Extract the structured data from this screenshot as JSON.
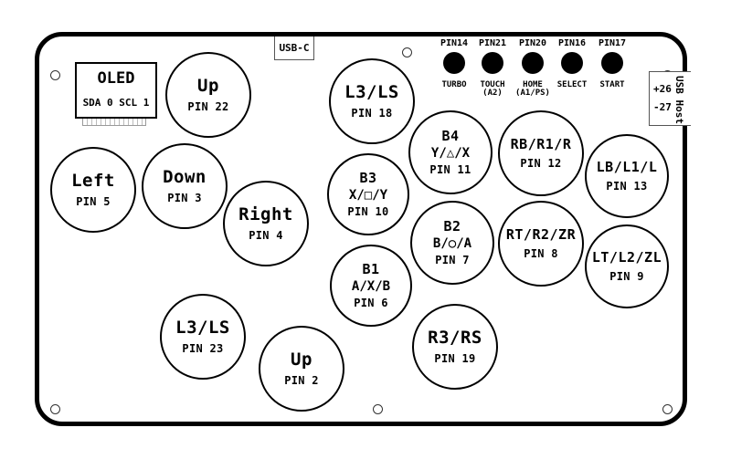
{
  "usbc_label": "USB-C",
  "oled": {
    "title": "OLED",
    "pins": "SDA 0 SCL 1"
  },
  "usb_host": {
    "label": "USB Host",
    "pin_a": "+26",
    "pin_b": "-27"
  },
  "function_buttons": [
    {
      "pin": "PIN14",
      "label": "TURBO",
      "sub": ""
    },
    {
      "pin": "PIN21",
      "label": "TOUCH",
      "sub": "(A2)"
    },
    {
      "pin": "PIN20",
      "label": "HOME",
      "sub": "(A1/PS)"
    },
    {
      "pin": "PIN16",
      "label": "SELECT",
      "sub": ""
    },
    {
      "pin": "PIN17",
      "label": "START",
      "sub": ""
    }
  ],
  "buttons": {
    "up_top": {
      "label": "Up",
      "pin": "PIN 22"
    },
    "left": {
      "label": "Left",
      "pin": "PIN 5"
    },
    "down": {
      "label": "Down",
      "pin": "PIN 3"
    },
    "right": {
      "label": "Right",
      "pin": "PIN 4"
    },
    "l3_top": {
      "label": "L3/LS",
      "pin": "PIN 18"
    },
    "b3": {
      "label": "B3",
      "sub": "X/□/Y",
      "pin": "PIN 10"
    },
    "b1": {
      "label": "B1",
      "sub": "A/X/B",
      "pin": "PIN 6"
    },
    "b4": {
      "label": "B4",
      "sub": "Y/△/X",
      "pin": "PIN 11"
    },
    "b2": {
      "label": "B2",
      "sub": "B/○/A",
      "pin": "PIN 7"
    },
    "rb": {
      "label": "RB/R1/R",
      "pin": "PIN 12"
    },
    "rt": {
      "label": "RT/R2/ZR",
      "pin": "PIN 8"
    },
    "lb": {
      "label": "LB/L1/L",
      "pin": "PIN 13"
    },
    "lt": {
      "label": "LT/L2/ZL",
      "pin": "PIN 9"
    },
    "r3": {
      "label": "R3/RS",
      "pin": "PIN 19"
    },
    "l3_bottom": {
      "label": "L3/LS",
      "pin": "PIN 23"
    },
    "up_bottom": {
      "label": "Up",
      "pin": "PIN 2"
    }
  }
}
